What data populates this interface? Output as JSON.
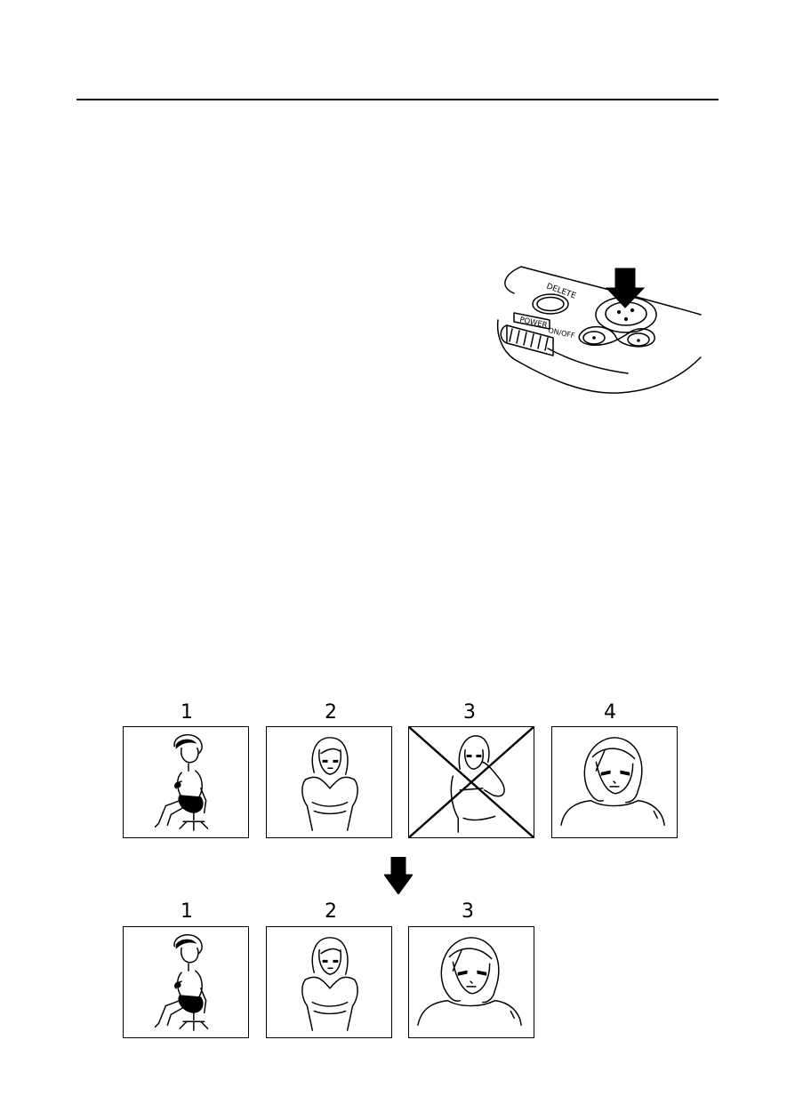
{
  "illustration": {
    "camera_labels": {
      "delete": "DELETE",
      "power": "POWER",
      "on_off": "ON/OFF"
    }
  },
  "before": {
    "frames": [
      {
        "number": "1",
        "icon": "woman-seated-chair-icon",
        "deleted": false
      },
      {
        "number": "2",
        "icon": "woman-standing-icon",
        "deleted": false
      },
      {
        "number": "3",
        "icon": "woman-hand-on-cheek-icon",
        "deleted": true
      },
      {
        "number": "4",
        "icon": "woman-portrait-icon",
        "deleted": false
      }
    ]
  },
  "after": {
    "frames": [
      {
        "number": "1",
        "icon": "woman-seated-chair-icon"
      },
      {
        "number": "2",
        "icon": "woman-standing-icon"
      },
      {
        "number": "3",
        "icon": "woman-portrait-icon"
      }
    ]
  }
}
